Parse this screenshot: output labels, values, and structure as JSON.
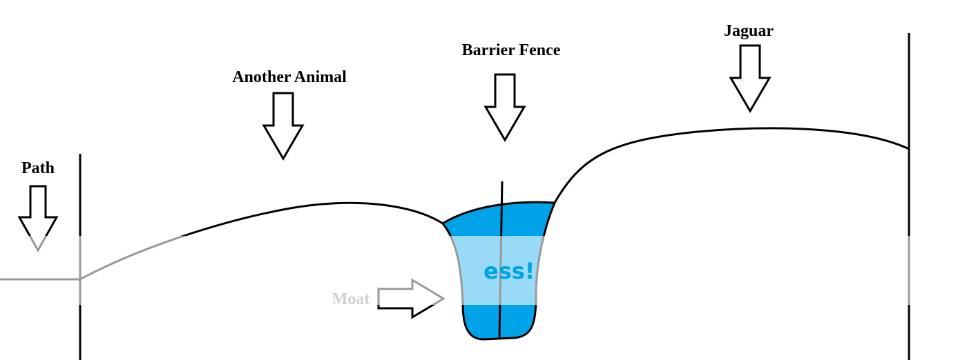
{
  "labels": {
    "path": "Path",
    "another_animal": "Another Animal",
    "barrier_fence": "Barrier Fence",
    "jaguar": "Jaguar",
    "moat": "Moat"
  },
  "watermark": {
    "text": "ess!"
  },
  "colors": {
    "water": "#00A3E8",
    "line": "#000000",
    "overlay": "#FFFFFF",
    "moat_label": "#8C8C8C"
  }
}
